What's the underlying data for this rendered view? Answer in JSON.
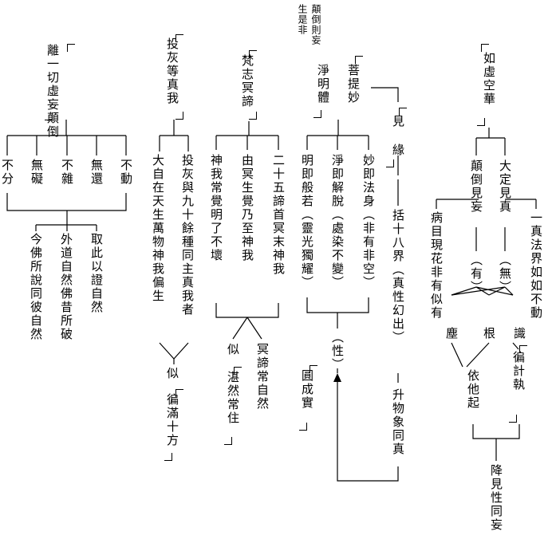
{
  "c1": {
    "root": "離一切虛妄顛倒",
    "b1": "不分",
    "b2": "無礙",
    "b3": "不雜",
    "b4": "無還",
    "b5": "不動",
    "c1": "今佛所說同彼自然",
    "c2": "外道自然佛昔所破",
    "c3": "取此以證自然"
  },
  "c2": {
    "root": "投灰等真我",
    "b1": "大自在天生萬物神我偏生",
    "b2": "投灰與九十餘種同主真我者",
    "sim": "似",
    "sim_term": "徧滿十方"
  },
  "c3": {
    "root": "梵志冥諦",
    "b1": "神我常覺明了不壞",
    "b2": "由冥生覺乃至神我",
    "b3": "二十五諦首冥末神我",
    "sim": "似",
    "sim_term": "湛然常住",
    "c": "冥諦常自然"
  },
  "c4": {
    "note1": "生是非",
    "note2": "顛倒則妄",
    "root_a": "菩提妙",
    "root_b": "淨明體",
    "b1": "明即般若（靈光獨耀）",
    "b2": "淨即解脫（處染不變）",
    "b3": "妙即法身（非有非空）",
    "seed": "（性）",
    "result": "圓成實",
    "see": "見",
    "cond": "緣",
    "kuo": "括十八界（真性幻出）",
    "sheng": "升物象同真"
  },
  "c5": {
    "root": "如虛空華",
    "l1": "顛倒見妄",
    "l2": "大定見真",
    "l1_tag": "（有）",
    "l2_tag": "（無）",
    "side_l": "病目現花非有似有",
    "side_r": "一真法界如如不動",
    "t1": "塵",
    "t2": "根",
    "t3": "識",
    "r1": "依他起",
    "r2": "徧計執",
    "fin": "降見性同妄"
  }
}
